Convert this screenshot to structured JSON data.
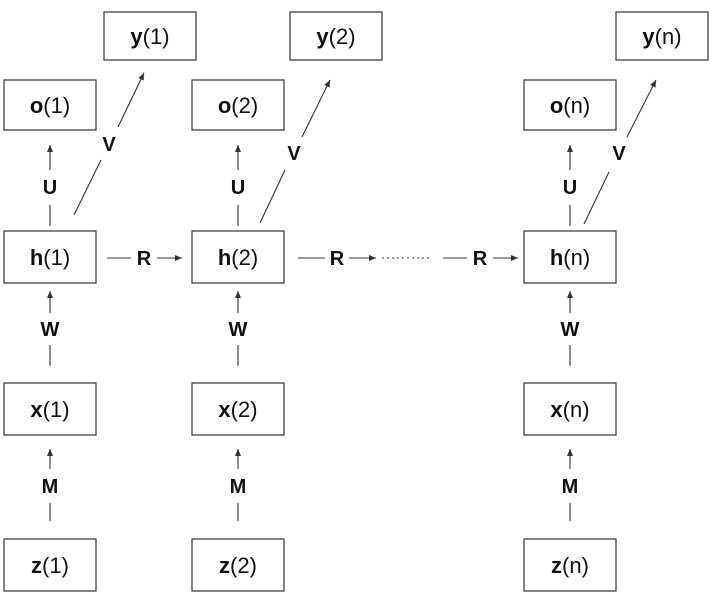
{
  "columns": [
    {
      "id": "1",
      "nodes": {
        "y": {
          "var": "y",
          "idx": "(1)"
        },
        "o": {
          "var": "o",
          "idx": "(1)"
        },
        "h": {
          "var": "h",
          "idx": "(1)"
        },
        "x": {
          "var": "x",
          "idx": "(1)"
        },
        "z": {
          "var": "z",
          "idx": "(1)"
        }
      }
    },
    {
      "id": "2",
      "nodes": {
        "y": {
          "var": "y",
          "idx": "(2)"
        },
        "o": {
          "var": "o",
          "idx": "(2)"
        },
        "h": {
          "var": "h",
          "idx": "(2)"
        },
        "x": {
          "var": "x",
          "idx": "(2)"
        },
        "z": {
          "var": "z",
          "idx": "(2)"
        }
      }
    },
    {
      "id": "n",
      "nodes": {
        "y": {
          "var": "y",
          "idx": "(n)"
        },
        "o": {
          "var": "o",
          "idx": "(n)"
        },
        "h": {
          "var": "h",
          "idx": "(n)"
        },
        "x": {
          "var": "x",
          "idx": "(n)"
        },
        "z": {
          "var": "z",
          "idx": "(n)"
        }
      }
    }
  ],
  "edge_labels": {
    "z_to_x": "M",
    "x_to_h": "W",
    "h_to_o": "U",
    "h_to_y": "V",
    "h_to_h": "R"
  },
  "colors": {
    "stroke": "#333333",
    "text": "#111111",
    "background": "#ffffff"
  }
}
